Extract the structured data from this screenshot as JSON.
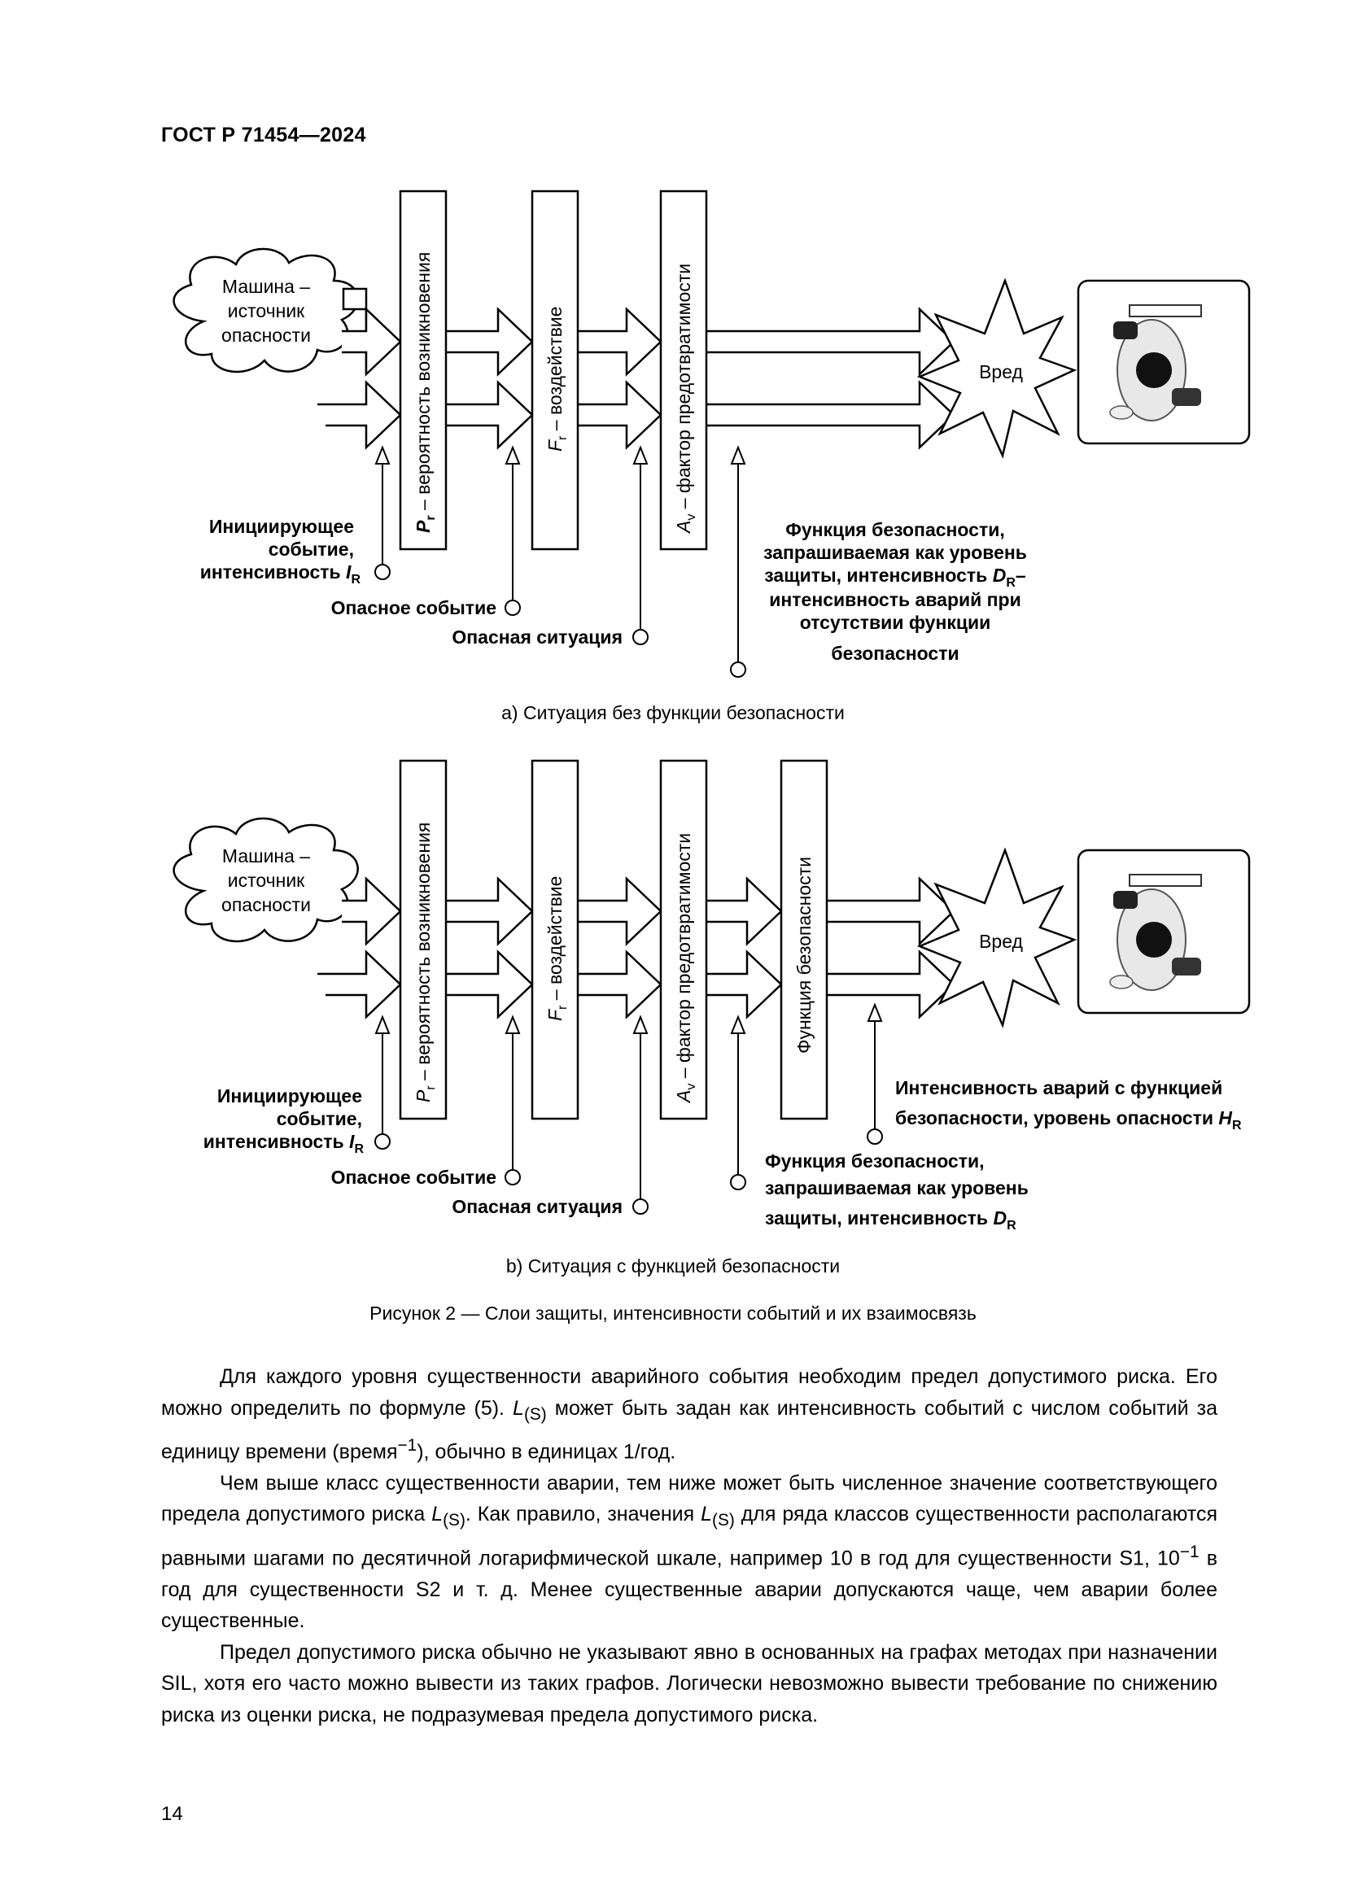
{
  "header": "ГОСТ Р 71454—2024",
  "diagram_a": {
    "machine": [
      "Машина –",
      "источник",
      "опасности"
    ],
    "bar1": {
      "sym": "P",
      "sub": "r",
      "text": " – вероятность возникновения"
    },
    "bar2": {
      "sym": "F",
      "sub": "r",
      "text": " – воздействие"
    },
    "bar3": {
      "sym": "A",
      "sub": "v",
      "text": " – фактор  предотвратимости"
    },
    "harm": "Вред",
    "initiating": [
      "Инициирующее",
      "событие,",
      "интенсивность "
    ],
    "initiating_sym": "I",
    "initiating_sub": "R",
    "hazard_event": "Опасное событие",
    "hazard_situation": "Опасная ситуация",
    "safety_demand": [
      "Функция безопасности,",
      "запрашиваемая как уровень",
      "защиты, интенсивность ",
      "интенсивность аварий при",
      "отсутствии функции",
      "безопасности"
    ],
    "demand_sym": "D",
    "demand_sub": "R",
    "demand_dash": "–"
  },
  "caption_a": "а)  Ситуация без функции безопасности",
  "diagram_b": {
    "machine": [
      "Машина –",
      "источник",
      "опасности"
    ],
    "bar1": {
      "sym": "P",
      "sub": "r",
      "text": " – вероятность возникновения"
    },
    "bar2": {
      "sym": "F",
      "sub": "r",
      "text": " – воздействие"
    },
    "bar3": {
      "sym": "A",
      "sub": "v",
      "text": " – фактор  предотвратимости"
    },
    "bar4": "Функция безопасности",
    "harm": "Вред",
    "initiating": [
      "Инициирующее",
      "событие,",
      "интенсивность "
    ],
    "initiating_sym": "I",
    "initiating_sub": "R",
    "hazard_event": "Опасное событие",
    "hazard_situation": "Опасная ситуация",
    "accident_rate": [
      "Интенсивность аварий с  функцией",
      "безопасности, уровень опасности "
    ],
    "accident_sym": "H",
    "accident_sub": "R",
    "safety_demand": [
      "Функция безопасности,",
      "запрашиваемая как уровень",
      "защиты, интенсивность "
    ],
    "demand_sym": "D",
    "demand_sub": "R"
  },
  "caption_b": "b)  Ситуация с функцией безопасности",
  "figure_caption": "Рисунок 2 — Слои защиты, интенсивности событий и их взаимосвязь",
  "paragraphs": {
    "p1_a": "Для каждого уровня существенности аварийного события необходим предел допустимого риска. Его можно определить по формуле (5). ",
    "p1_L": "L",
    "p1_Lsub": "(S)",
    "p1_b": " может быть задан как интенсивность событий с числом событий за единицу времени (время",
    "p1_sup": "−1",
    "p1_c": "), обычно в единицах 1/год.",
    "p2_a": "Чем выше класс существенности аварии, тем ниже может быть численное значение соответствующего предела допустимого риска ",
    "p2_L1": "L",
    "p2_L1sub": "(S)",
    "p2_b": ". Как правило, значения ",
    "p2_L2": "L",
    "p2_L2sub": "(S)",
    "p2_c": " для ряда классов существенности располагаются равными шагами по десятичной логарифмической шкале, например 10 в год для существенности S1, 10",
    "p2_sup": "−1",
    "p2_d": " в год для существенности S2 и т. д. Менее существенные аварии допускаются чаще, чем аварии более существенные.",
    "p3": "Предел допустимого риска обычно не указывают явно в основанных на графах методах при назначении SIL, хотя его часто можно вывести из таких графов. Логически невозможно вывести требование по снижению риска из оценки риска, не подразумевая предела допустимого риска."
  },
  "page_number": "14"
}
